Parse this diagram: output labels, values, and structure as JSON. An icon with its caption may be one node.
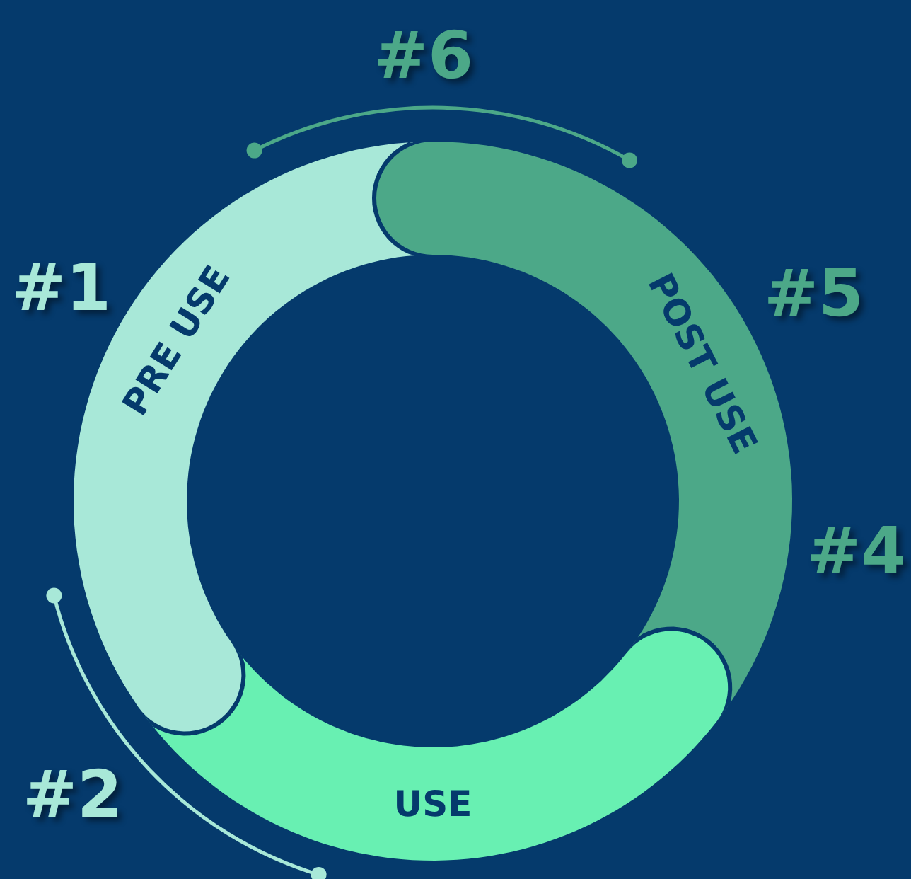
{
  "diagram": {
    "nodes": [
      {
        "text": [
          "PRE USE"
        ]
      },
      {
        "text": [
          "POST USE"
        ]
      },
      {
        "text": [
          "USE"
        ]
      }
    ],
    "labels": [
      "#6",
      "#1",
      "#5",
      "#4",
      "#2"
    ]
  }
}
